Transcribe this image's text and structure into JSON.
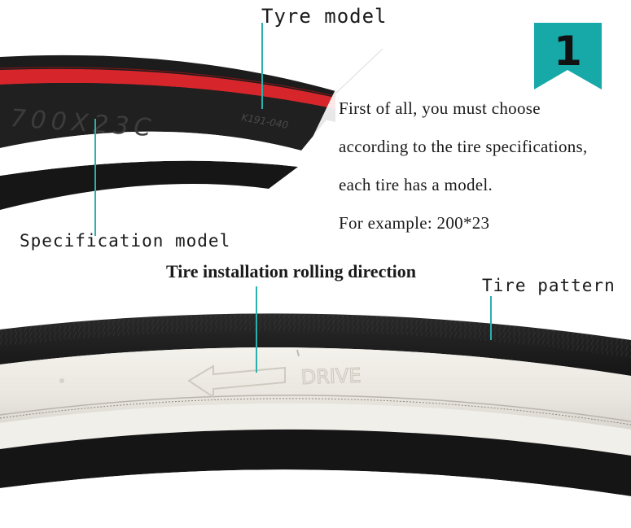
{
  "labels": {
    "tyre_model": "Tyre model",
    "specification_model": "Specification model",
    "tire_pattern": "Tire pattern",
    "rolling_direction": "Tire installation rolling direction"
  },
  "info": {
    "lines": [
      "First of all, you must choose",
      "according to the tire specifications,",
      "each tire has a model.",
      "For example: 200*23"
    ]
  },
  "step_badge": {
    "number": "1",
    "color": "#17a8a8"
  },
  "tire_markings": {
    "size": "700X23C",
    "model_code": "K191-040",
    "direction_text": "DRIVE"
  },
  "colors": {
    "tire_black": "#1c1c1c",
    "red_band": "#d7262b",
    "sidewall_white": "#eeece6",
    "leader_line": "#2bb0ad"
  }
}
